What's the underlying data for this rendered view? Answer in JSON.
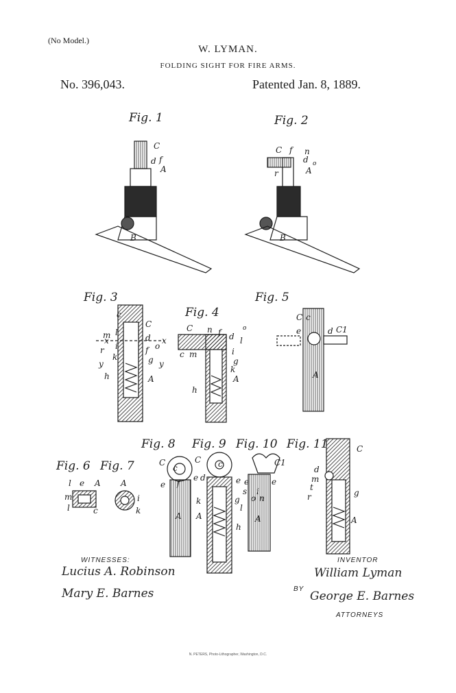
{
  "header": {
    "model": "(No Model.)",
    "inventor_name": "W. LYMAN.",
    "title": "FOLDING SIGHT FOR FIRE ARMS.",
    "patent_number": "No. 396,043.",
    "patent_date": "Patented Jan. 8, 1889."
  },
  "figures": {
    "fig1": "Fig. 1",
    "fig2": "Fig. 2",
    "fig3": "Fig. 3",
    "fig4": "Fig. 4",
    "fig5": "Fig. 5",
    "fig6": "Fig. 6",
    "fig7": "Fig. 7",
    "fig8": "Fig. 8",
    "fig9": "Fig. 9",
    "fig10": "Fig. 10",
    "fig11": "Fig. 11"
  },
  "labels": {
    "fig1": [
      "C",
      "d",
      "f",
      "A",
      "B"
    ],
    "fig2": [
      "C",
      "f",
      "n",
      "d",
      "A",
      "o",
      "r",
      "B"
    ],
    "fig3": [
      "c",
      "C",
      "m",
      "l",
      "x",
      "x",
      "d",
      "o",
      "r",
      "i",
      "f",
      "k",
      "g",
      "y",
      "y",
      "h",
      "A"
    ],
    "fig4": [
      "C",
      "n",
      "f",
      "d",
      "o",
      "l",
      "c",
      "m",
      "i",
      "g",
      "k",
      "h",
      "A"
    ],
    "fig5": [
      "C",
      "c",
      "d",
      "e",
      "C1",
      "A"
    ],
    "fig6": [
      "l",
      "e",
      "A",
      "m",
      "l",
      "c"
    ],
    "fig7": [
      "A",
      "i",
      "k"
    ],
    "fig8": [
      "C",
      "c",
      "e",
      "f",
      "A"
    ],
    "fig9": [
      "C",
      "e",
      "d",
      "e",
      "c",
      "k",
      "g",
      "l",
      "A",
      "h"
    ],
    "fig10": [
      "C1",
      "e",
      "s",
      "e",
      "i",
      "o",
      "n",
      "A"
    ],
    "fig11": [
      "C",
      "d",
      "m",
      "t",
      "r",
      "g",
      "A"
    ]
  },
  "captions": {
    "witnesses": "WITNESSES:",
    "inventor": "INVENTOR",
    "by": "BY",
    "attorneys": "ATTORNEYS"
  },
  "signatures": {
    "witness1": "Lucius A. Robinson",
    "witness2": "Mary E. Barnes",
    "inventor": "William Lyman",
    "attorney": "George E. Barnes"
  },
  "footer": "N. PETERS, Photo-Lithographer, Washington, D.C."
}
